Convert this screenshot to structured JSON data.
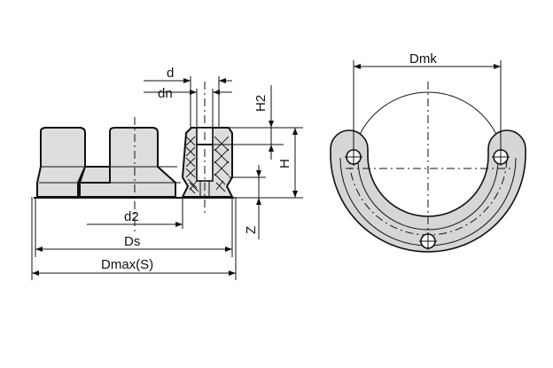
{
  "labels": {
    "d": "d",
    "dn": "dn",
    "H2": "H2",
    "H": "H",
    "Z": "Z",
    "d2": "d2",
    "Ds": "Ds",
    "Dmax": "Dmax(S)",
    "Dmk": "Dmk"
  },
  "colors": {
    "line": "#111111",
    "fill": "#dddddd",
    "background": "#ffffff"
  }
}
